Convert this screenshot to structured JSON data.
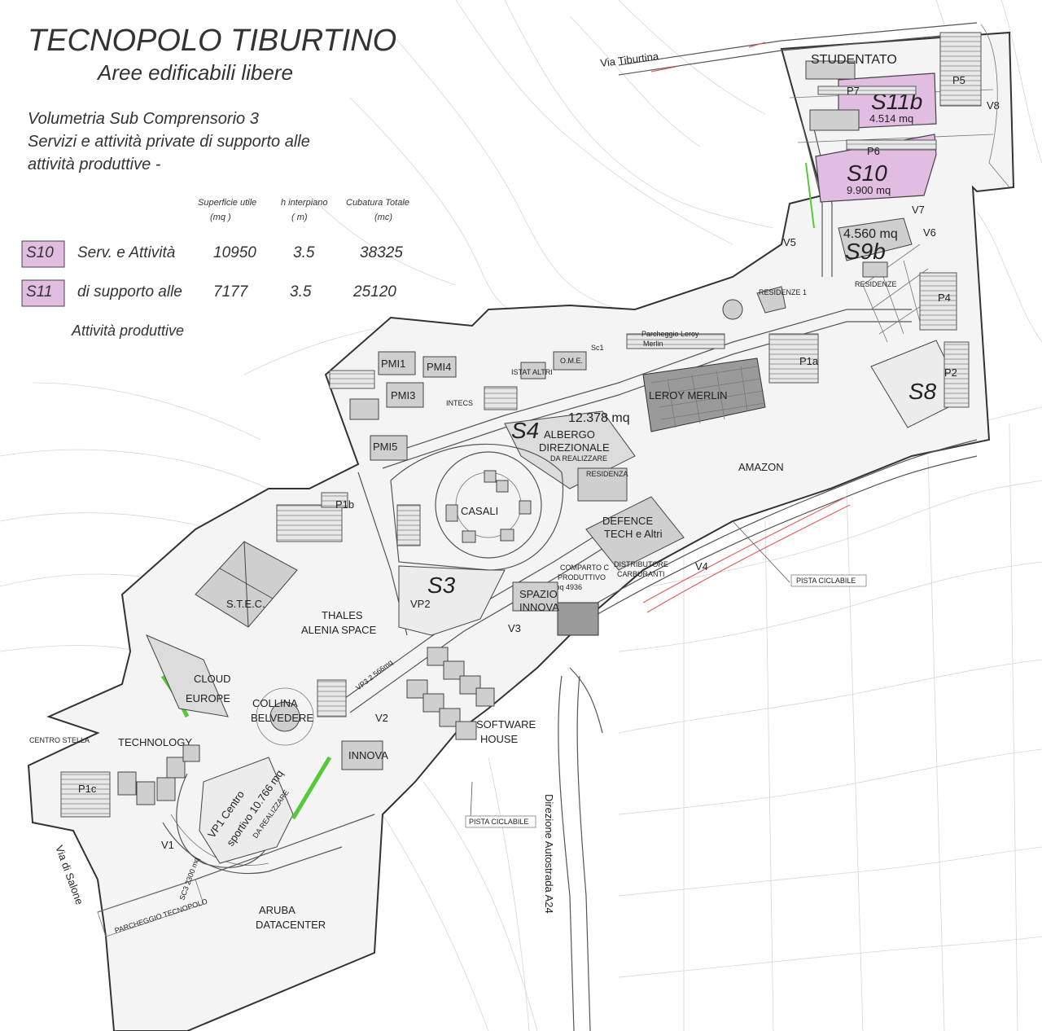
{
  "header": {
    "title": "TECNOPOLO  TIBURTINO",
    "subtitle": "Aree edificabili libere",
    "description": [
      "Volumetria Sub Comprensorio 3",
      "Servizi e attività private di supporto alle",
      "attività produttive -"
    ]
  },
  "legend": {
    "columns": [
      {
        "line1": "Superficie utile",
        "line2": "(mq )"
      },
      {
        "line1": "h interpiano",
        "line2": "( m)"
      },
      {
        "line1": "Cubatura Totale",
        "line2": "(mc)"
      }
    ],
    "rows": [
      {
        "code": "S10",
        "label": "Serv. e Attività",
        "superficie": "10950",
        "h": "3.5",
        "cubatura": "38325"
      },
      {
        "code": "S11",
        "label": "di supporto alle",
        "superficie": "7177",
        "h": "3.5",
        "cubatura": "25120"
      }
    ],
    "footer": "Attività produttive",
    "swatch_color": "#e2bde2"
  },
  "map": {
    "roads": {
      "via_tiburtina": "Via Tiburtina",
      "via_di_salone": "Via di Salone",
      "autostrada": "Direzione Autostrada A24",
      "pista_1": "PISTA CICLABILE",
      "pista_2": "PISTA CICLABILE"
    },
    "lots": {
      "s11b": "S11b",
      "s11b_area": "4.514 mq",
      "s10": "S10",
      "s10_area": "9.900 mq",
      "s9b": "S9b",
      "s9b_area": "4.560 mq",
      "s8": "S8",
      "s4": "S4",
      "s4_area": "12.378 mq",
      "s4_l1": "ALBERGO",
      "s4_l2": "DIREZIONALE",
      "s4_l3": "DA REALIZZARE",
      "s3": "S3",
      "vp1_l1": "VP1 Centro",
      "vp1_l2": "sportivo 10.766 mq",
      "vp1_l3": "DA REALIZZARE",
      "vp3": "VP3 2.566mq"
    },
    "labels": {
      "studentato": "STUDENTATO",
      "p5": "P5",
      "p7": "P7",
      "p6": "P6",
      "v8": "V8",
      "v7": "V7",
      "v6": "V6",
      "v5": "V5",
      "p4": "P4",
      "p2": "P2",
      "p1a": "P1a",
      "p1b": "P1b",
      "p1c": "P1c",
      "residenze1": "RESIDENZE 1",
      "residenze": "RESIDENZE",
      "parcheggio_leroy_1": "Parcheggio Leroy",
      "parcheggio_leroy_2": "Merlin",
      "leroy_merlin": "LEROY MERLIN",
      "amazon": "AMAZON",
      "pmi1": "PMI1",
      "pmi4": "PMI4",
      "pmi3": "PMI3",
      "pmi5": "PMI5",
      "intecs": "INTECS",
      "istat": "ISTAT ALTRI",
      "ome": "O.M.E.",
      "sc1": "Sc1",
      "casali": "CASALI",
      "residenza_s4": "RESIDENZA",
      "defence_1": "DEFENCE",
      "defence_2": "TECH e Altri",
      "comparto_1": "COMPARTO C",
      "comparto_2": "PRODUTTIVO",
      "comparto_3": "mq 4936",
      "distributore_1": "DISTRIBUTORE",
      "distributore_2": "CARBURANTI",
      "spazio_1": "SPAZIO",
      "spazio_2": "INNOVA",
      "vp2": "VP2",
      "v3": "V3",
      "v2": "V2",
      "v4": "V4",
      "stec": "S.T.E.C.",
      "thales_1": "THALES",
      "thales_2": "ALENIA SPACE",
      "cloud_1": "CLOUD",
      "cloud_2": "EUROPE",
      "collina_1": "COLLINA",
      "collina_2": "BELVEDERE",
      "software_1": "SOFTWARE",
      "software_2": "HOUSE",
      "innova": "INNOVA",
      "centro_stella": "CENTRO STELLA",
      "technology": "TECHNOLOGY",
      "aruba_1": "ARUBA",
      "aruba_2": "DATACENTER",
      "parcheggio_tecnopolo": "PARCHEGGIO TECNOPOLO",
      "sc3": "SC3 2300 mq",
      "v1": "V1"
    }
  }
}
